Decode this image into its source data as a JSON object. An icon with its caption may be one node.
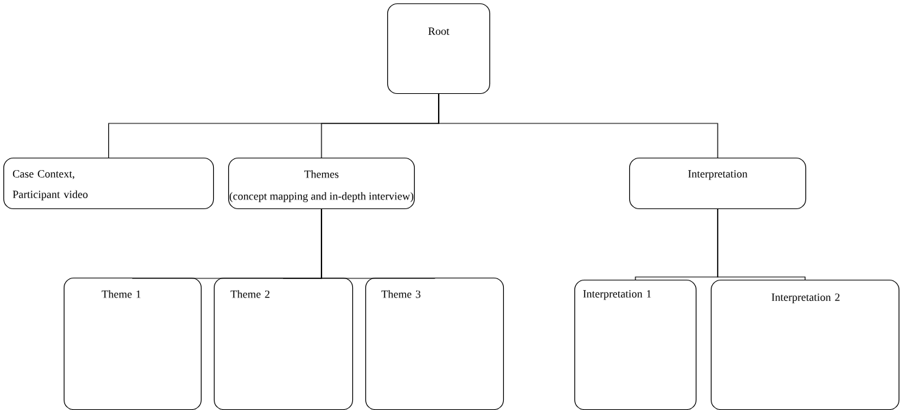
{
  "diagram": {
    "nodes": [
      {
        "text": [
          "Root"
        ]
      },
      {
        "text": [
          "Case Context, Participant video"
        ]
      },
      {
        "text": [
          "Themes",
          "(concept mapping and in-depth interview)"
        ]
      },
      {
        "text": [
          "Interpretation"
        ]
      },
      {
        "text": [
          "Theme 1"
        ]
      },
      {
        "text": [
          "Theme 2"
        ]
      },
      {
        "text": [
          "Theme 3"
        ]
      },
      {
        "text": [
          "Interpretation 1"
        ]
      },
      {
        "text": [
          "Interpretation 2"
        ]
      }
    ],
    "edges": [
      {
        "from": 0,
        "to": 1,
        "arrow": "none"
      },
      {
        "from": 0,
        "to": 2,
        "arrow": "none"
      },
      {
        "from": 0,
        "to": 3,
        "arrow": "none"
      },
      {
        "from": 2,
        "to": 4,
        "arrow": "none"
      },
      {
        "from": 2,
        "to": 5,
        "arrow": "none"
      },
      {
        "from": 2,
        "to": 6,
        "arrow": "none"
      },
      {
        "from": 3,
        "to": 7,
        "arrow": "none"
      },
      {
        "from": 3,
        "to": 8,
        "arrow": "none"
      }
    ]
  }
}
